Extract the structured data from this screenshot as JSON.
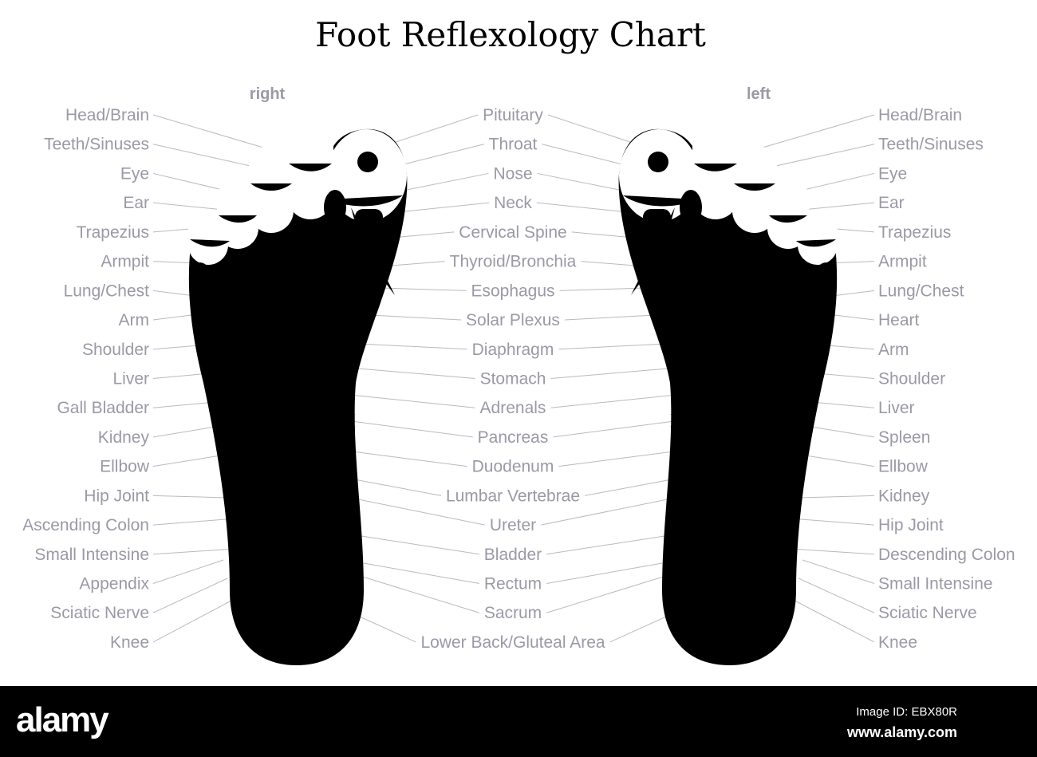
{
  "title": "Foot Reflexology Chart",
  "sides": {
    "right": "right",
    "left": "left"
  },
  "labels_left": [
    "Head/Brain",
    "Teeth/Sinuses",
    "Eye",
    "Ear",
    "Trapezius",
    "Armpit",
    "Lung/Chest",
    "Arm",
    "Shoulder",
    "Liver",
    "Gall Bladder",
    "Kidney",
    "Ellbow",
    "Hip Joint",
    "Ascending Colon",
    "Small Intensine",
    "Appendix",
    "Sciatic Nerve",
    "Knee"
  ],
  "labels_center": [
    "Pituitary",
    "Throat",
    "Nose",
    "Neck",
    "Cervical Spine",
    "Thyroid/Bronchia",
    "Esophagus",
    "Solar Plexus",
    "Diaphragm",
    "Stomach",
    "Adrenals",
    "Pancreas",
    "Duodenum",
    "Lumbar Vertebrae",
    "Ureter",
    "Bladder",
    "Rectum",
    "Sacrum",
    "Lower Back/Gluteal Area"
  ],
  "labels_right": [
    "Head/Brain",
    "Teeth/Sinuses",
    "Eye",
    "Ear",
    "Trapezius",
    "Armpit",
    "Lung/Chest",
    "Heart",
    "Arm",
    "Shoulder",
    "Liver",
    "Spleen",
    "Ellbow",
    "Kidney",
    "Hip Joint",
    "Descending Colon",
    "Small Intensine",
    "Sciatic Nerve",
    "Knee"
  ],
  "colors": {
    "label": "#9a9aa6",
    "outline": "#111111",
    "leader": "#b9b9c2",
    "footer": "#000000"
  },
  "footer": {
    "logo": "alamy",
    "image_id": "Image ID: EBX80R",
    "url": "www.alamy.com"
  }
}
